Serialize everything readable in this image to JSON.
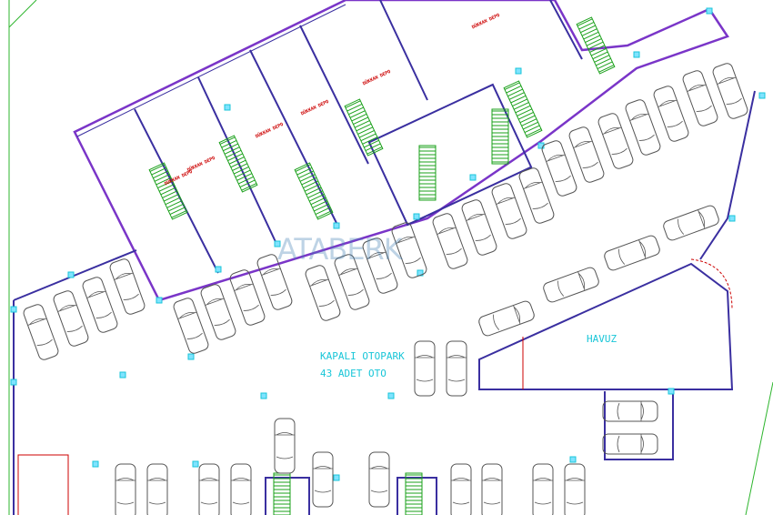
{
  "title": "",
  "labels": {
    "parking_title": "KAPALI OTOPARK",
    "parking_count": "43 ADET OTO",
    "pool": "HAVUZ",
    "shop": "DÜKKAN DEPO"
  },
  "watermark": "ATABERK",
  "colors": {
    "wall": "#3a2fa0",
    "outer_wall": "#8a2be2",
    "stairs": "#1aa01a",
    "text": "#19c6d8",
    "shop_label": "#cc0000",
    "car": "#555555",
    "site_boundary": "#2db52d",
    "red_line": "#cc0000"
  }
}
